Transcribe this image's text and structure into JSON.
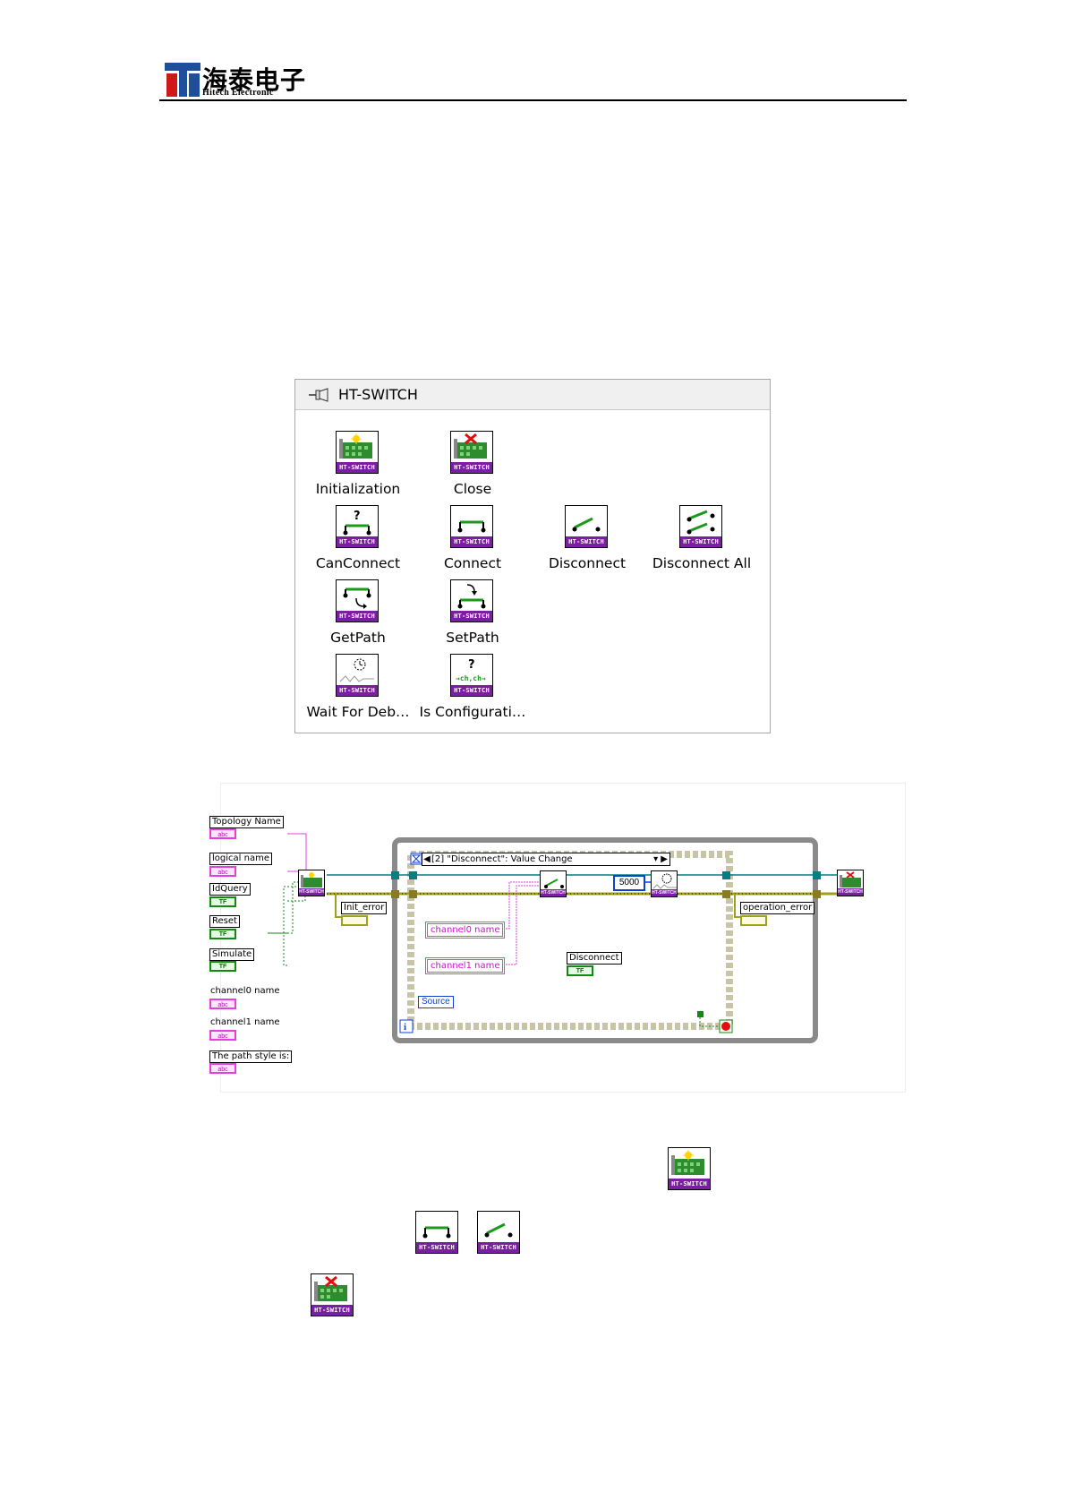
{
  "header": {
    "company_cn": "海泰电子",
    "company_en": "Hitech Electronic"
  },
  "palette": {
    "title": "HT-SWITCH",
    "icon_tag": "HT-SWITCH",
    "items": [
      {
        "label": "Initialization",
        "icon": "init-icon"
      },
      {
        "label": "Close",
        "icon": "close-icon"
      },
      {
        "label": "CanConnect",
        "icon": "canconnect-icon"
      },
      {
        "label": "Connect",
        "icon": "connect-icon"
      },
      {
        "label": "Disconnect",
        "icon": "disconnect-icon"
      },
      {
        "label": "Disconnect All",
        "icon": "disconnect-all-icon"
      },
      {
        "label": "GetPath",
        "icon": "getpath-icon"
      },
      {
        "label": "SetPath",
        "icon": "setpath-icon"
      },
      {
        "label": "Wait For Deb…",
        "icon": "wait-debounce-icon"
      },
      {
        "label": "Is Configurati…",
        "icon": "is-config-icon"
      }
    ]
  },
  "diagram": {
    "controls": {
      "topology_name": "Topology Name",
      "logical_name": "logical name",
      "idquery": "IdQuery",
      "reset": "Reset",
      "simulate": "Simulate",
      "channel0": "channel0 name",
      "channel1": "channel1 name",
      "path_style": "The path style is:"
    },
    "terminals": {
      "str": "abc",
      "bool": "TF"
    },
    "init_error": "Init_error",
    "operation_error": "operation_error",
    "event_case": "[2] \"Disconnect\": Value Change",
    "const_channel0": "channel0 name",
    "const_channel1": "channel1 name",
    "timeout": "5000",
    "disconnect_button": "Disconnect",
    "source_label": "Source",
    "icon_tag": "HT-SWITCH"
  },
  "colors": {
    "purple_tag": "#7b1fa2",
    "string_pink": "#e040e0",
    "bool_green": "#118a11",
    "error_yellow": "#a0a020",
    "refnum_teal": "#008080"
  }
}
